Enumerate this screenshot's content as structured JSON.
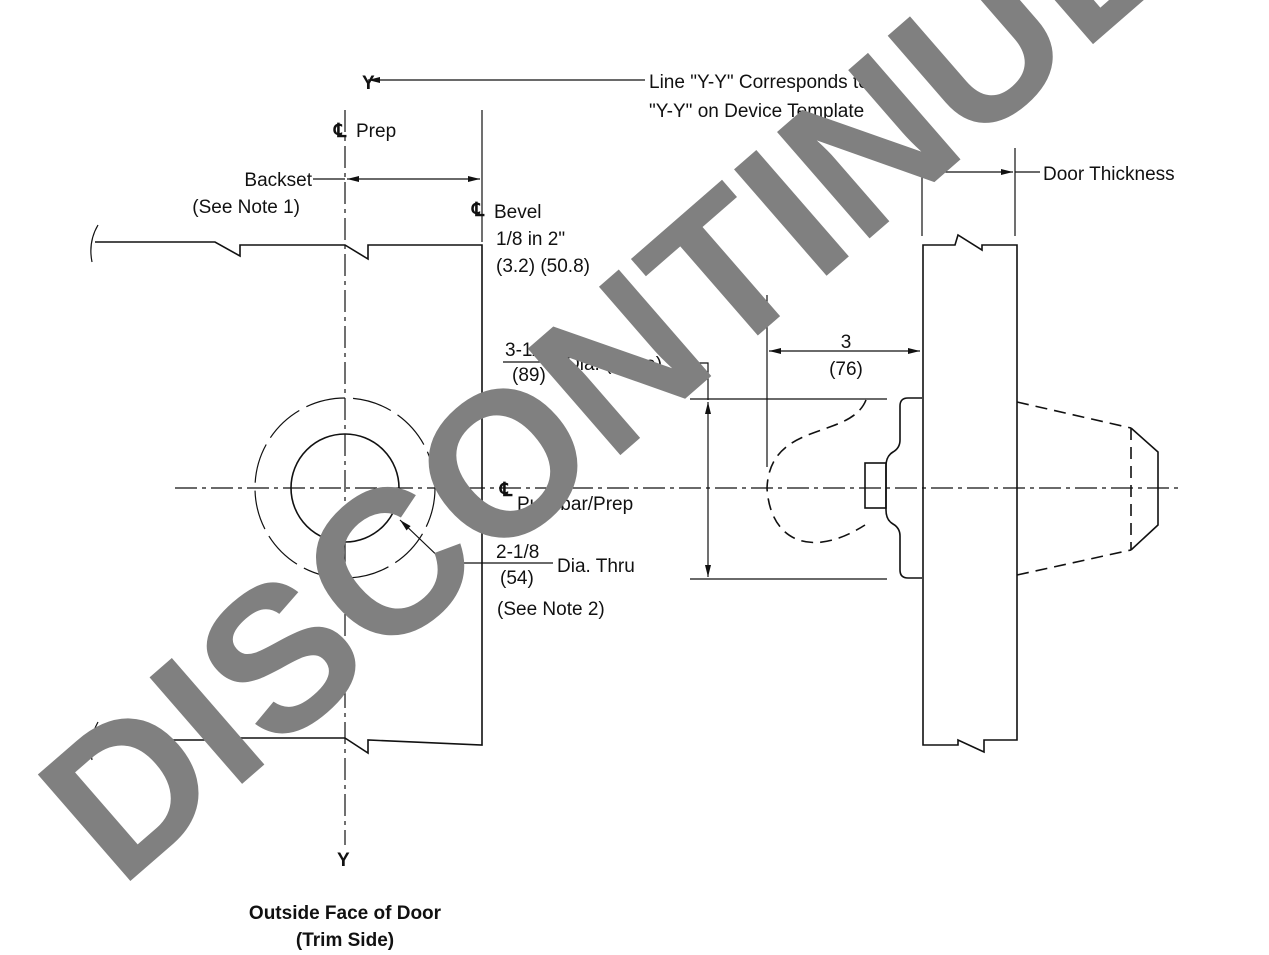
{
  "watermark": "DISCONTINUED",
  "labels": {
    "y_top": "Y",
    "y_bottom": "Y",
    "yy_note_line1": "Line \"Y-Y\" Corresponds to",
    "yy_note_line2": "\"Y-Y\" on Device Template",
    "cl_symbol": "℄",
    "cl_prep": "Prep",
    "backset": "Backset",
    "backset_note": "(See Note 1)",
    "cl_bevel": "Bevel",
    "bevel_ratio": "1/8 in 2\"",
    "bevel_metric": "(3.2) (50.8)",
    "rose_dia_in": "3-1/2",
    "rose_dia_mm": "(89)",
    "rose_label": "Dia. (Rose)",
    "pushbar_prep": "Pushbar/Prep",
    "thru_dia_in": "2-1/8",
    "thru_dia_mm": "(54)",
    "thru_label": "Dia. Thru",
    "thru_note": "(See Note 2)",
    "door_thickness": "Door Thickness",
    "projection_in": "3",
    "projection_mm": "(76)",
    "title_line1": "Outside Face of Door",
    "title_line2": "(Trim Side)"
  }
}
